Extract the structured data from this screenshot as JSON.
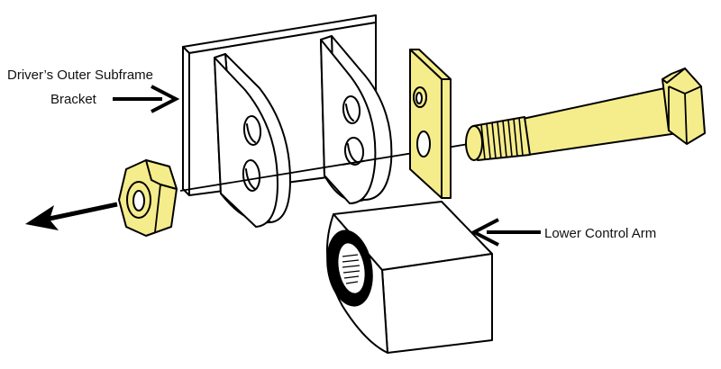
{
  "labels": {
    "subframe_line1": "Driver’s Outer Subframe",
    "subframe_line2": "Bracket",
    "control_arm": "Lower Control Arm"
  },
  "colors": {
    "hardware": "#f5ec8c",
    "outline": "#000000",
    "background": "#ffffff"
  },
  "icons": {
    "direction_arrow": "arrow-left-icon",
    "pointer_arrow": "arrow-right-icon"
  }
}
